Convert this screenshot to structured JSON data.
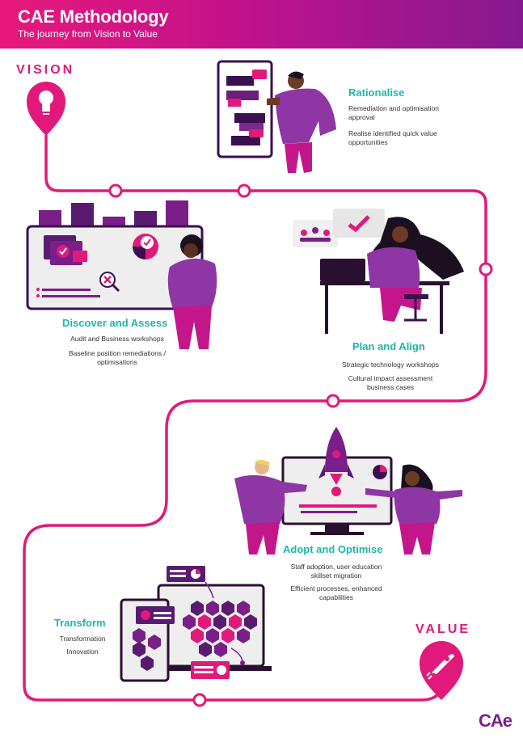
{
  "header": {
    "title": "CAE Methodology",
    "subtitle": "The journey from Vision to Value"
  },
  "vision_label": "VISION",
  "value_label": "VALUE",
  "stages": {
    "rationalise": {
      "title": "Rationalise",
      "lines": [
        "Remediation and optimisation approval",
        "Realise identified quick value opportunities"
      ]
    },
    "discover": {
      "title": "Discover and Assess",
      "lines": [
        "Audit and Business workshops",
        "Baseline position remediations / optimisations"
      ]
    },
    "plan": {
      "title": "Plan and Align",
      "lines": [
        "Strategic technology workshops",
        "Cultural impact assessment business cases"
      ]
    },
    "adopt": {
      "title": "Adopt and Optimise",
      "lines": [
        "Staff adoption, user education skillset migration",
        "Efficient processes, enhanced capabilities"
      ]
    },
    "transform": {
      "title": "Transform",
      "lines": [
        "Transformation",
        "Innovation"
      ]
    }
  },
  "logo": "CAe",
  "colors": {
    "brand_pink": "#e0197a",
    "brand_purple": "#7a1e8a",
    "teal": "#1fb5b0"
  },
  "icons": {
    "vision": "lightbulb-icon",
    "value": "rocket-icon"
  }
}
